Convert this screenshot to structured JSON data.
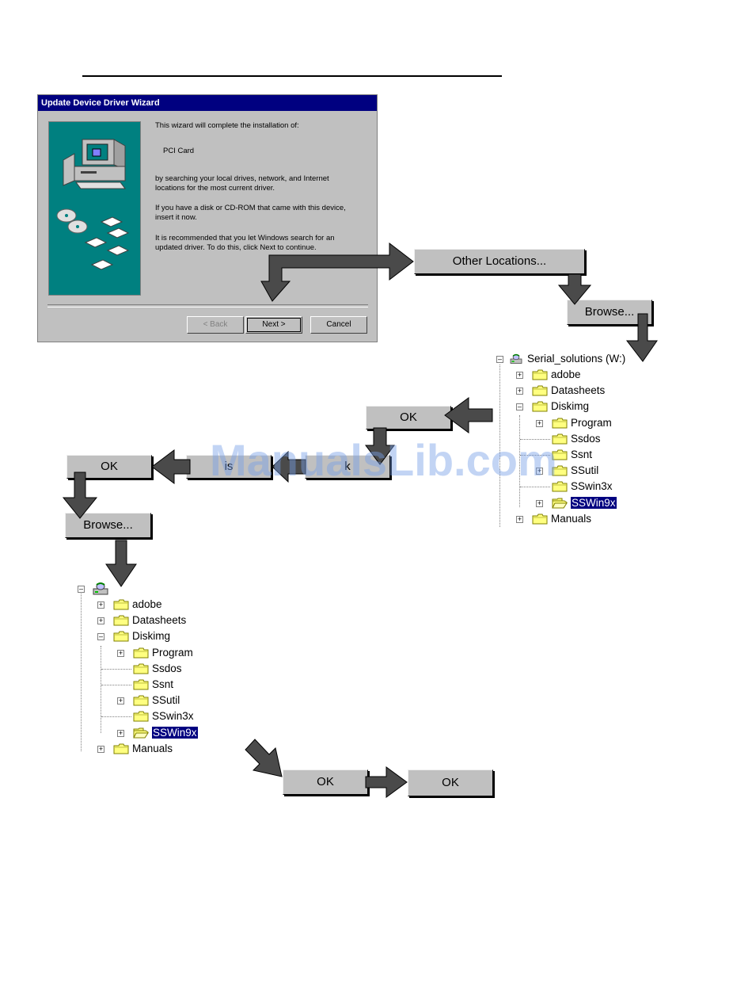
{
  "wizard": {
    "title": "Update Device Driver Wizard",
    "line1": "This wizard will complete the installation of:",
    "device": "PCI Card",
    "para2a": "by searching your local drives, network, and Internet",
    "para2b": "locations for the most current driver.",
    "para3a": "If you have a disk or CD-ROM that came with this device,",
    "para3b": "insert it now.",
    "para4a": "It is recommended that you let Windows search for an",
    "para4b": "updated driver. To do this, click Next to continue.",
    "back_label": "< Back",
    "next_label": "Next >",
    "cancel_label": "Cancel"
  },
  "buttons": {
    "other_locations": "Other Locations...",
    "browse": "Browse...",
    "ok": "OK",
    "partial_left": "is",
    "partial_right": "k"
  },
  "tree_right": {
    "root": "Serial_solutions (W:)",
    "items": [
      "adobe",
      "Datasheets",
      "Diskimg",
      "Program",
      "Ssdos",
      "Ssnt",
      "SSutil",
      "SSwin3x",
      "SSWin9x",
      "Manuals"
    ]
  },
  "tree_left": {
    "items": [
      "adobe",
      "Datasheets",
      "Diskimg",
      "Program",
      "Ssdos",
      "Ssnt",
      "SSutil",
      "SSwin3x",
      "SSWin9x",
      "Manuals"
    ]
  },
  "watermark": "ManualsLib.com",
  "colors": {
    "dialog_gray": "#c0c0c0",
    "titlebar": "#000080",
    "teal": "#008080",
    "arrow": "#4a4a4a",
    "folder": "#ffff80"
  }
}
